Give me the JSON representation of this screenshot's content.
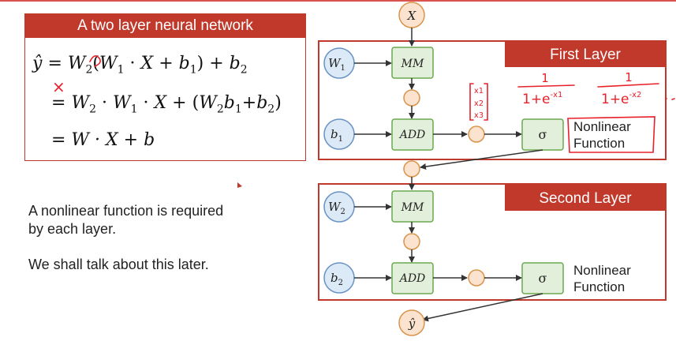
{
  "header_bar": {
    "color": "#d9534f"
  },
  "equations": {
    "title": "A two layer neural network",
    "line1": {
      "lhs": "ŷ",
      "eq": "=",
      "W2": "W",
      "s2": "2",
      "open": "(",
      "W1": "W",
      "s1": "1",
      "dot": " · ",
      "X": "X",
      "plus": " + ",
      "b": "b",
      "sb1": "1",
      "close": ")",
      "plus2": " + ",
      "b2": "b",
      "sb2": "2"
    },
    "line2": {
      "eq": "=",
      "W2": "W",
      "s2": "2",
      "dot": " · ",
      "W1": "W",
      "s1": "1",
      "dot2": " · ",
      "X": "X",
      "plus": " + ",
      "open": "(",
      "W2b": "W",
      "s2b": "2",
      "b1": "b",
      "sb1": "1",
      "plus2": "+",
      "b2": "b",
      "sb2": "2",
      "close": ")"
    },
    "line3": "= W · X + b"
  },
  "notes": {
    "line1": "A nonlinear function is required",
    "line2": "by each layer.",
    "line3": "We shall talk about this later."
  },
  "diagram": {
    "input_label": "X",
    "output_label": "ŷ",
    "layer1": {
      "title": "First Layer",
      "weight": {
        "base": "W",
        "sub": "1"
      },
      "bias": {
        "base": "b",
        "sub": "1"
      },
      "mm": "MM",
      "add": "ADD",
      "activation": "σ",
      "nonlinear_line1": "Nonlinear",
      "nonlinear_line2": "Function"
    },
    "layer2": {
      "title": "Second Layer",
      "weight": {
        "base": "W",
        "sub": "2"
      },
      "bias": {
        "base": "b",
        "sub": "2"
      },
      "mm": "MM",
      "add": "ADD",
      "activation": "σ",
      "nonlinear_line1": "Nonlinear",
      "nonlinear_line2": "Function"
    }
  },
  "annotations": {
    "cross": "×",
    "vector": [
      "x1",
      "x2",
      "x3"
    ],
    "frac1_num": "1",
    "frac1_den": "1+e",
    "frac1_exp": "-x1",
    "frac2_num": "1",
    "frac2_den": "1+e",
    "frac2_exp": "-x2",
    "ink_color": "#e8202a"
  },
  "colors": {
    "red": "#c0392b",
    "node_blue_fill": "#dce9f7",
    "node_blue_stroke": "#6a93c4",
    "node_green_fill": "#e2efda",
    "node_green_stroke": "#6aa84f",
    "node_orange_fill": "#fbe3cf",
    "node_orange_stroke": "#d9944a"
  }
}
